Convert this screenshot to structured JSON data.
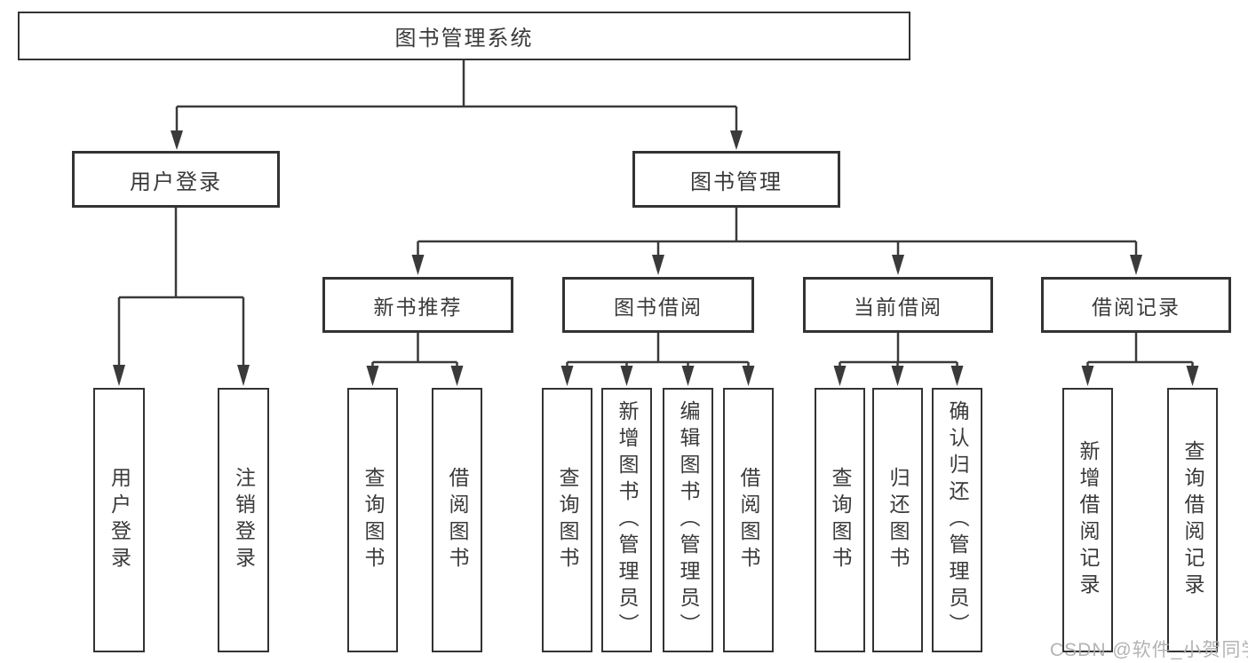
{
  "diagram": {
    "root": {
      "label": "图书管理系统"
    },
    "level1": [
      {
        "label": "用户登录",
        "children": [
          {
            "label": "用户登录"
          },
          {
            "label": "注销登录"
          }
        ]
      },
      {
        "label": "图书管理",
        "children": [
          {
            "label": "新书推荐",
            "children": [
              {
                "label": "查询图书"
              },
              {
                "label": "借阅图书"
              }
            ]
          },
          {
            "label": "图书借阅",
            "children": [
              {
                "label": "查询图书"
              },
              {
                "label": "新增图书（管理员）"
              },
              {
                "label": "编辑图书（管理员）"
              },
              {
                "label": "借阅图书"
              }
            ]
          },
          {
            "label": "当前借阅",
            "children": [
              {
                "label": "查询图书"
              },
              {
                "label": "归还图书"
              },
              {
                "label": "确认归还（管理员）"
              }
            ]
          },
          {
            "label": "借阅记录",
            "children": [
              {
                "label": "新增借阅记录"
              },
              {
                "label": "查询借阅记录"
              }
            ]
          }
        ]
      }
    ]
  },
  "watermark": {
    "text": "CSDN @软件_小贺同学"
  },
  "colors": {
    "line": "#3a3a3a",
    "border": "#333333",
    "text": "#3a3a3a",
    "background": "#ffffff",
    "watermark": "#acacac"
  }
}
